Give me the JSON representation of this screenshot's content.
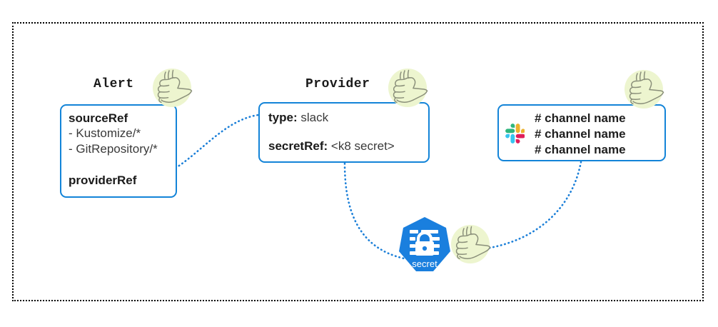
{
  "diagram": {
    "title_font": "monospace",
    "accent_blue": "#1384d8",
    "halo_green": "#edf5cf",
    "frame_style": "dotted"
  },
  "nodes": {
    "alert": {
      "title": "Alert",
      "fields": {
        "source_ref_key": "sourceRef",
        "source_ref_items": [
          "- Kustomize/*",
          "- GitRepository/*"
        ],
        "provider_ref_key": "providerRef"
      },
      "thumb_icon": "thumbs-up-icon"
    },
    "provider": {
      "title": "Provider",
      "fields": [
        {
          "key": "type:",
          "value": "slack"
        },
        {
          "key": "secretRef:",
          "value": "<k8 secret>"
        }
      ],
      "thumb_icon": "thumbs-up-icon"
    },
    "slack": {
      "logo_icon": "slack-logo-icon",
      "logo_colors": {
        "cyan": "#36c5f0",
        "green": "#2eb67d",
        "red": "#e01e5a",
        "yellow": "#ecb22e"
      },
      "channels": [
        "# channel name",
        "# channel name",
        "# channel name"
      ],
      "thumb_icon": "thumbs-up-icon"
    },
    "secret": {
      "label": "secret",
      "icon": "kubernetes-secret-icon",
      "badge_color": "#1a7fde",
      "thumb_icon": "thumbs-up-icon"
    }
  },
  "edges": [
    {
      "from": "alert.providerRef",
      "to": "provider",
      "style": "dotted",
      "color": "#1b7fd8"
    },
    {
      "from": "provider",
      "to": "secret",
      "style": "dotted",
      "color": "#1b7fd8"
    },
    {
      "from": "secret",
      "to": "slack",
      "style": "dotted",
      "color": "#1b7fd8"
    }
  ]
}
